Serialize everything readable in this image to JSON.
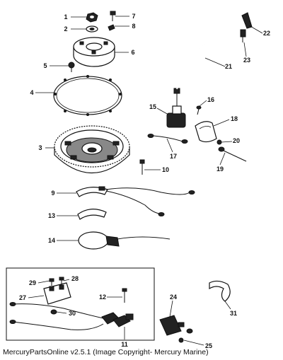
{
  "caption": "MercuryPartsOnline v2.5.1 (Image Copyright- Mercury Marine)",
  "callouts": [
    "1",
    "2",
    "3",
    "4",
    "5",
    "6",
    "7",
    "8",
    "9",
    "10",
    "11",
    "12",
    "13",
    "14",
    "15",
    "16",
    "17",
    "18",
    "19",
    "20",
    "21",
    "22",
    "23",
    "24",
    "25",
    "27",
    "28",
    "29",
    "30",
    "31"
  ]
}
